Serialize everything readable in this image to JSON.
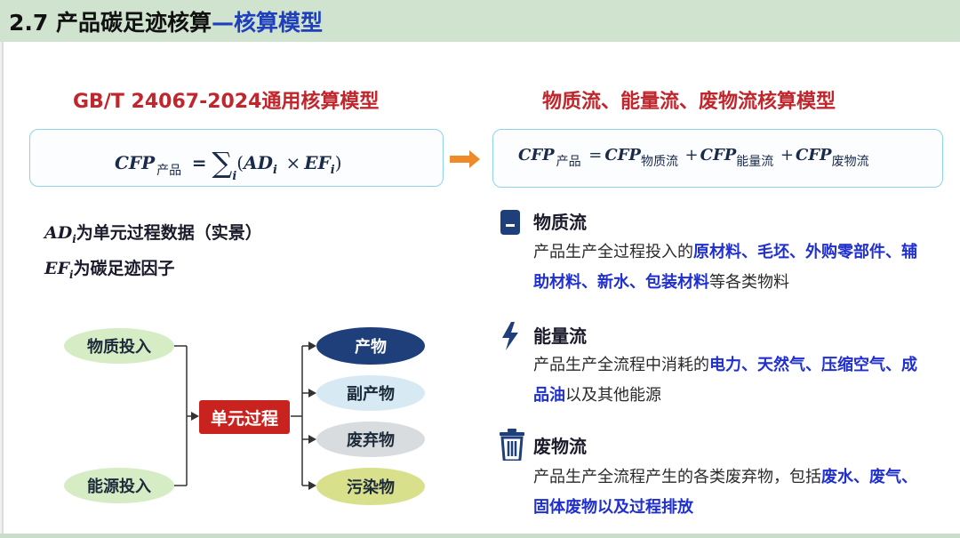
{
  "header": {
    "title_main": "2.7 产品碳足迹核算",
    "title_dash": "—",
    "title_sub": "核算模型"
  },
  "left": {
    "heading": "GB/T 24067-2024通用核算模型",
    "formula": {
      "lhs": "CFP",
      "lhs_sub": "产品",
      "eq": "=",
      "sum": "∑",
      "sum_sub": "i",
      "ad": "AD",
      "ad_sub": "i",
      "times": "×",
      "ef": "EF",
      "ef_sub": "i"
    },
    "def1_sym": "AD",
    "def1_sub": "i",
    "def1_text": "为单元过程数据（实景）",
    "def2_sym": "EF",
    "def2_sub": "i",
    "def2_text": "为碳足迹因子"
  },
  "right": {
    "heading": "物质流、能量流、废物流核算模型",
    "formula": {
      "lhs": "CFP",
      "lhs_sub": "产品",
      "eq": "=",
      "t1": "CFP",
      "t1_sub": "物质流",
      "plus1": "+",
      "t2": "CFP",
      "t2_sub": "能量流",
      "plus2": "+",
      "t3": "CFP",
      "t3_sub": "废物流"
    },
    "sections": [
      {
        "icon": "document-icon",
        "title": "物质流",
        "body_pre": "产品生产全过程投入的",
        "body_bold": "原材料、毛坯、外购零部件、辅助材料、新水、包装材料",
        "body_post": "等各类物料"
      },
      {
        "icon": "lightning-icon",
        "title": "能量流",
        "body_pre": "产品生产全流程中消耗的",
        "body_bold": "电力、天然气、压缩空气、成品油",
        "body_post": "以及其他能源"
      },
      {
        "icon": "trash-icon",
        "title": "废物流",
        "body_pre": "产品生产全流程产生的各类废弃物，包括",
        "body_bold": "废水、废气、固体废物以及过程排放",
        "body_post": ""
      }
    ]
  },
  "flow": {
    "input1": "物质投入",
    "input2": "能源投入",
    "unit": "单元过程",
    "out1": "产物",
    "out2": "副产物",
    "out3": "废弃物",
    "out4": "污染物"
  },
  "colors": {
    "accent_blue": "#1f3fbf",
    "heading_red": "#c0262c",
    "unit_red": "#c8231f",
    "navy": "#1f3f7a",
    "green_oval": "#d6ecc4",
    "yellowgreen_oval": "#d9e08c",
    "lightblue_oval": "#d7e9f3",
    "gray_oval": "#d8dcdf"
  }
}
